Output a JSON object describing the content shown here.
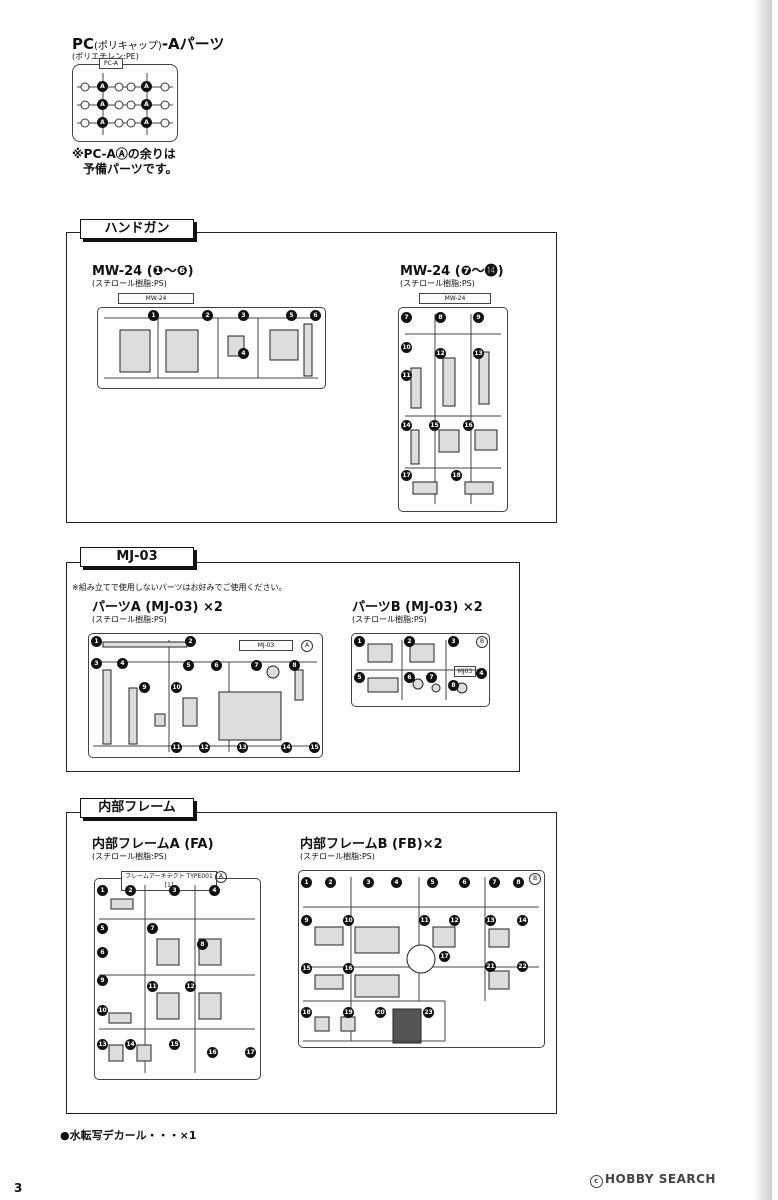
{
  "pc": {
    "title_main": "PC",
    "title_sub": "(ポリキャップ)",
    "title_tail": "-Aパーツ",
    "material": "(ポリエチレン:PE)",
    "runner_label": "PC-A",
    "part_letter": "A",
    "note_line1": "※PC-AⒶの余りは",
    "note_line2": "予備パーツです。"
  },
  "handgun": {
    "tab": "ハンドガン",
    "left": {
      "title": "MW-24 (❶～❻)",
      "material": "(スチロール樹脂:PS)",
      "tag": "MW-24",
      "parts": [
        "1",
        "2",
        "3",
        "4",
        "5",
        "6"
      ]
    },
    "right": {
      "title": "MW-24 (❼～⓮)",
      "material": "(スチロール樹脂:PS)",
      "tag": "MW-24",
      "parts": [
        "7",
        "8",
        "9",
        "10",
        "11",
        "12",
        "13",
        "14",
        "15",
        "16",
        "17",
        "18"
      ]
    }
  },
  "mj03": {
    "tab": "MJ-03",
    "note": "※組み立てで使用しないパーツはお好みでご使用ください。",
    "a": {
      "title": "パーツA (MJ-03) ×2",
      "material": "(スチロール樹脂:PS)",
      "tag": "MJ-03",
      "letter": "A",
      "parts": [
        "1",
        "2",
        "3",
        "4",
        "5",
        "6",
        "7",
        "8",
        "9",
        "10",
        "11",
        "12",
        "13",
        "14",
        "15"
      ]
    },
    "b": {
      "title": "パーツB (MJ-03) ×2",
      "material": "(スチロール樹脂:PS)",
      "letter": "B",
      "tag": "MJ03",
      "parts": [
        "1",
        "2",
        "3",
        "4",
        "5",
        "6",
        "7",
        "8"
      ]
    }
  },
  "frame": {
    "tab": "内部フレーム",
    "fa": {
      "title": "内部フレームA (FA)",
      "material": "(スチロール樹脂:PS)",
      "tag": "フレームアーキテクト TYPE001 [1]",
      "letter": "A",
      "parts": [
        "1",
        "2",
        "3",
        "4",
        "5",
        "6",
        "7",
        "8",
        "9",
        "10",
        "11",
        "12",
        "13",
        "14",
        "15",
        "16",
        "17"
      ]
    },
    "fb": {
      "title": "内部フレームB (FB)×2",
      "material": "(スチロール樹脂:PS)",
      "letter": "B",
      "parts": [
        "1",
        "2",
        "3",
        "4",
        "5",
        "6",
        "7",
        "8",
        "9",
        "10",
        "11",
        "12",
        "13",
        "14",
        "15",
        "16",
        "17",
        "18",
        "19",
        "20",
        "21",
        "22",
        "23"
      ]
    }
  },
  "decal": "●水転写デカール・・・×1",
  "watermark": {
    "mark": "c",
    "text": "HOBBY SEARCH"
  },
  "page_number": "3"
}
